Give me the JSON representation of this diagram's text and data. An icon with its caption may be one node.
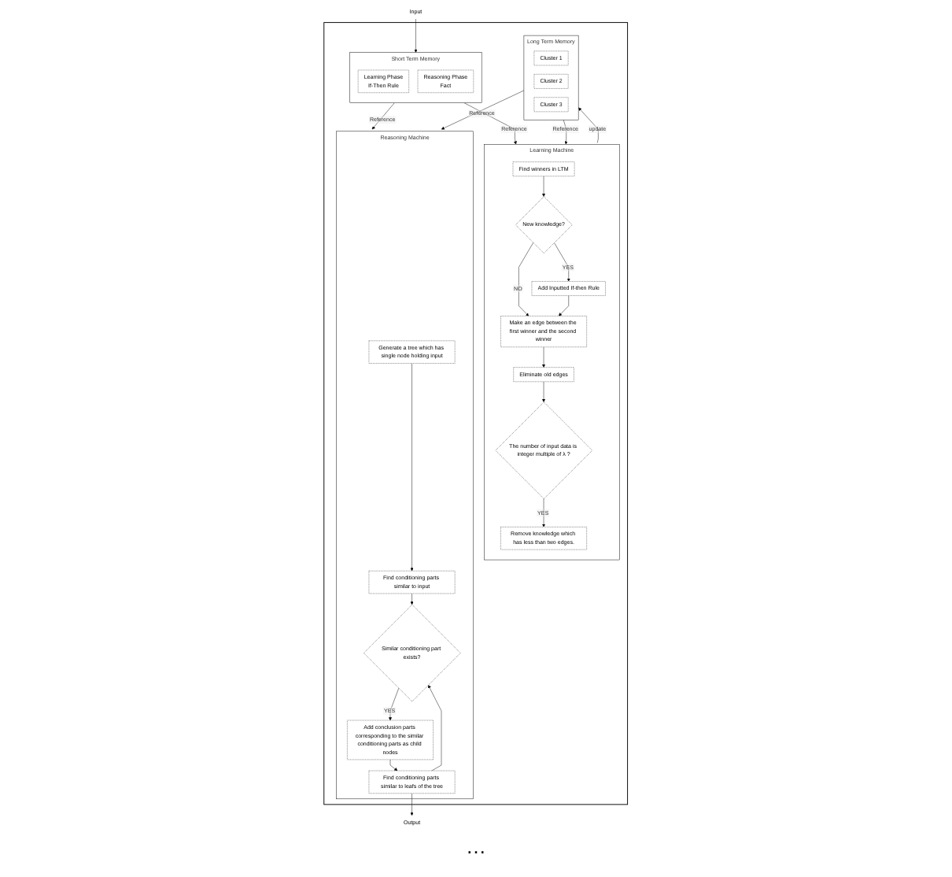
{
  "diagram": {
    "nodes": [
      {
        "text": [
          "Input"
        ]
      },
      {
        "text": [],
        "shape": "box"
      },
      {
        "text": [
          "Short Term Memory"
        ],
        "in": 1
      },
      {
        "text": [
          "Learning Phase",
          "If-Then Rule"
        ],
        "in": 2
      },
      {
        "text": [
          "Reasoning Phase",
          "Fact"
        ],
        "in": 2
      },
      {
        "text": [
          "Long Term Memory"
        ],
        "in": 1
      },
      {
        "text": [
          "Cluster 1"
        ],
        "in": 5
      },
      {
        "text": [
          "Cluster 2"
        ],
        "in": 5
      },
      {
        "text": [
          "Cluster 3"
        ],
        "in": 5
      },
      {
        "text": [
          "Learning Machine"
        ],
        "in": 1
      },
      {
        "text": [
          "Find winners in LTM"
        ],
        "in": 9
      },
      {
        "text": [
          "New knowledge?"
        ],
        "in": 9
      },
      {
        "text": [
          "Add Inputted If-then Rule"
        ],
        "in": 9
      },
      {
        "text": [
          "Make an edge between the first winner and the second winner"
        ],
        "in": 9
      },
      {
        "text": [
          "Eliminate old edges"
        ],
        "in": 9
      },
      {
        "text": [
          "The number of input data is integer multiple of λ ?"
        ],
        "in": 9
      },
      {
        "text": [
          "Remove knowledge which has less than two edges."
        ],
        "in": 9
      },
      {
        "text": [
          "Reasoning Machine"
        ],
        "in": 1
      },
      {
        "text": [
          "Generate a tree which has single node holding input"
        ],
        "in": 17
      },
      {
        "text": [
          "Find conditioning parts similar to input"
        ],
        "in": 17
      },
      {
        "text": [
          "Similar conditioning part exists?"
        ],
        "in": 17
      },
      {
        "text": [
          "Add conclusion parts corresponding to the similar conditioning parts as child nodes"
        ],
        "in": 17
      },
      {
        "text": [
          "Find conditioning parts similar to leafs of the tree"
        ],
        "in": 17
      },
      {
        "text": [
          "Output"
        ]
      }
    ],
    "edges": [
      {
        "from": 0,
        "to": 2,
        "arrow": "to"
      },
      {
        "from": 2,
        "to": 9,
        "arrow": "to",
        "label": "Reference"
      },
      {
        "from": 5,
        "to": 9,
        "arrow": "to",
        "label": "Reference"
      },
      {
        "from": 2,
        "to": 17,
        "arrow": "to",
        "label": "Reference"
      },
      {
        "from": 5,
        "to": 17,
        "arrow": "to",
        "label": "Reference"
      },
      {
        "from": 9,
        "to": 5,
        "arrow": "to",
        "label": "update"
      },
      {
        "from": 10,
        "to": 11,
        "arrow": "to"
      },
      {
        "from": 11,
        "to": 12,
        "arrow": "to",
        "label": "YES"
      },
      {
        "from": 11,
        "to": 13,
        "arrow": "to",
        "label": "NO"
      },
      {
        "from": 12,
        "to": 13,
        "arrow": "to"
      },
      {
        "from": 13,
        "to": 14,
        "arrow": "to"
      },
      {
        "from": 14,
        "to": 15,
        "arrow": "to"
      },
      {
        "from": 15,
        "to": 16,
        "arrow": "to",
        "label": "YES"
      },
      {
        "from": 18,
        "to": 19,
        "arrow": "to"
      },
      {
        "from": 19,
        "to": 20,
        "arrow": "to"
      },
      {
        "from": 20,
        "to": 21,
        "arrow": "to",
        "label": "YES"
      },
      {
        "from": 21,
        "to": 22,
        "arrow": "to"
      },
      {
        "from": 22,
        "to": 20,
        "arrow": "to"
      },
      {
        "from": 22,
        "to": 23,
        "arrow": "to"
      }
    ],
    "labels": [
      "…"
    ]
  }
}
